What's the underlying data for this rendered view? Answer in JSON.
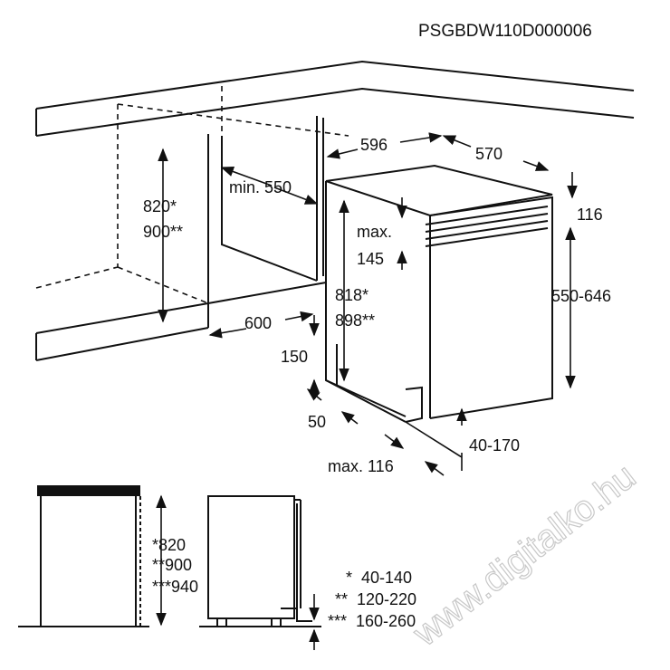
{
  "model_code": "PSGBDW110D000006",
  "watermark": "www.digitalko.hu",
  "install_dims": {
    "cabinet_height": "820*",
    "cabinet_height_alt": "900**",
    "min_width": "min. 550",
    "depth_600": "600",
    "width_596": "596",
    "depth_570": "570",
    "top_116": "116",
    "max_label": "max.",
    "max_145": "145",
    "height_818": "818*",
    "height_898": "898**",
    "height_550_646": "550-646",
    "dim_150": "150",
    "dim_50": "50",
    "range_40_170": "40-170",
    "max_116": "max. 116"
  },
  "legend_heights": [
    "*820",
    "**900",
    "***940"
  ],
  "legend_plinths": [
    "*  40-140",
    "**  120-220",
    "***  160-260"
  ]
}
